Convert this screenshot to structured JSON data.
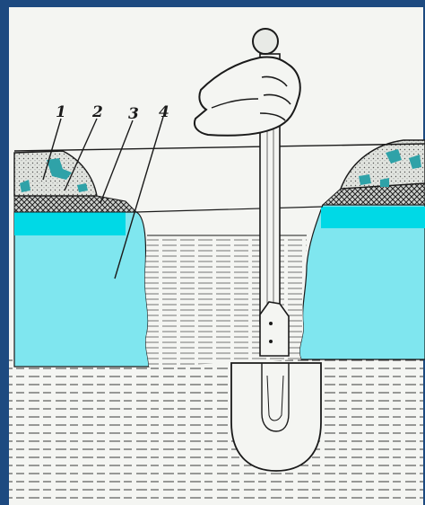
{
  "labels": [
    {
      "id": "1",
      "text": "1"
    },
    {
      "id": "2",
      "text": "2"
    },
    {
      "id": "3",
      "text": "3"
    },
    {
      "id": "4",
      "text": "4"
    }
  ],
  "colors": {
    "frame": "#1d4a80",
    "paper": "#f4f5f2",
    "ice": "#7fe6ef",
    "ice_bright": "#00d9e6",
    "snow_fill": "#d9ddd8",
    "snow_spot": "#2fa2a8",
    "ink": "#1a1a1a"
  },
  "icons": [
    "hand-icon",
    "ice-pick-icon",
    "snow-spot-icon"
  ]
}
